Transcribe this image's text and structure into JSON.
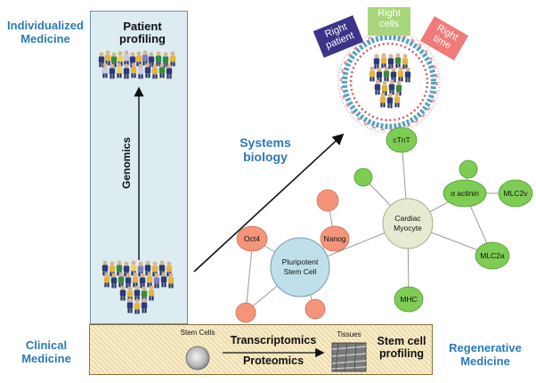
{
  "left_labels": {
    "individualized": "Individualized\nMedicine",
    "clinical": "Clinical\nMedicine"
  },
  "genomics_panel": {
    "patient_profiling": "Patient\nprofiling",
    "genomics": "Genomics"
  },
  "systems_biology": "Systems\nbiology",
  "right_tags": {
    "patient": "Right\npatient",
    "cells": "Right\ncells",
    "time": "Right\ntime"
  },
  "regen_panel": {
    "stem_cells": "Stem Cells",
    "transcriptomics": "Transcriptomics",
    "proteomics": "Proteomics",
    "tissues": "Tissues",
    "stem_cell_profiling": "Stem cell\nprofiling"
  },
  "regenerative_medicine": "Regenerative\nMedicine",
  "network": {
    "pluripotent": "Pluripotent\nStem Cell",
    "oct4": "Oct4",
    "nanog": "Nanog",
    "cardiac": "Cardiac\nMyocyte",
    "ctnt": "cTnT",
    "alpha_actinin": "α actinin",
    "mlc2v": "MLC2v",
    "mlc2a": "MLC2a",
    "mhc": "MHC"
  },
  "colors": {
    "blue_label": "#2a7ab8",
    "red_node": "#f4957a",
    "green_node": "#7fcc55",
    "pluripotent_node": "#bfe0ea",
    "cardiac_node": "#e6ead0",
    "tag_patient": "#3a3588",
    "tag_cells": "#a9d67c",
    "tag_time": "#f17a7a"
  }
}
